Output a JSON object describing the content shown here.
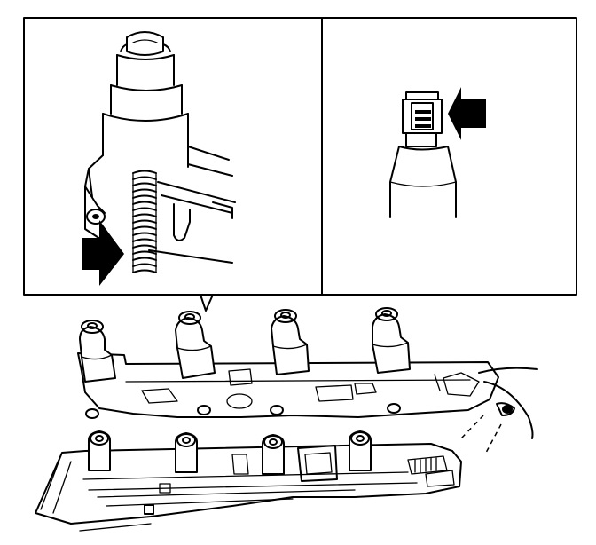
{
  "diagram": {
    "panels": [
      {
        "id": "detail-spring"
      },
      {
        "id": "detail-boot-tab"
      }
    ],
    "arrows": [
      {
        "target": "spring",
        "direction": "right"
      },
      {
        "target": "boot-tab",
        "direction": "left"
      }
    ],
    "coil_count": 4,
    "colors": {
      "line": "#000000",
      "background": "#ffffff"
    }
  }
}
